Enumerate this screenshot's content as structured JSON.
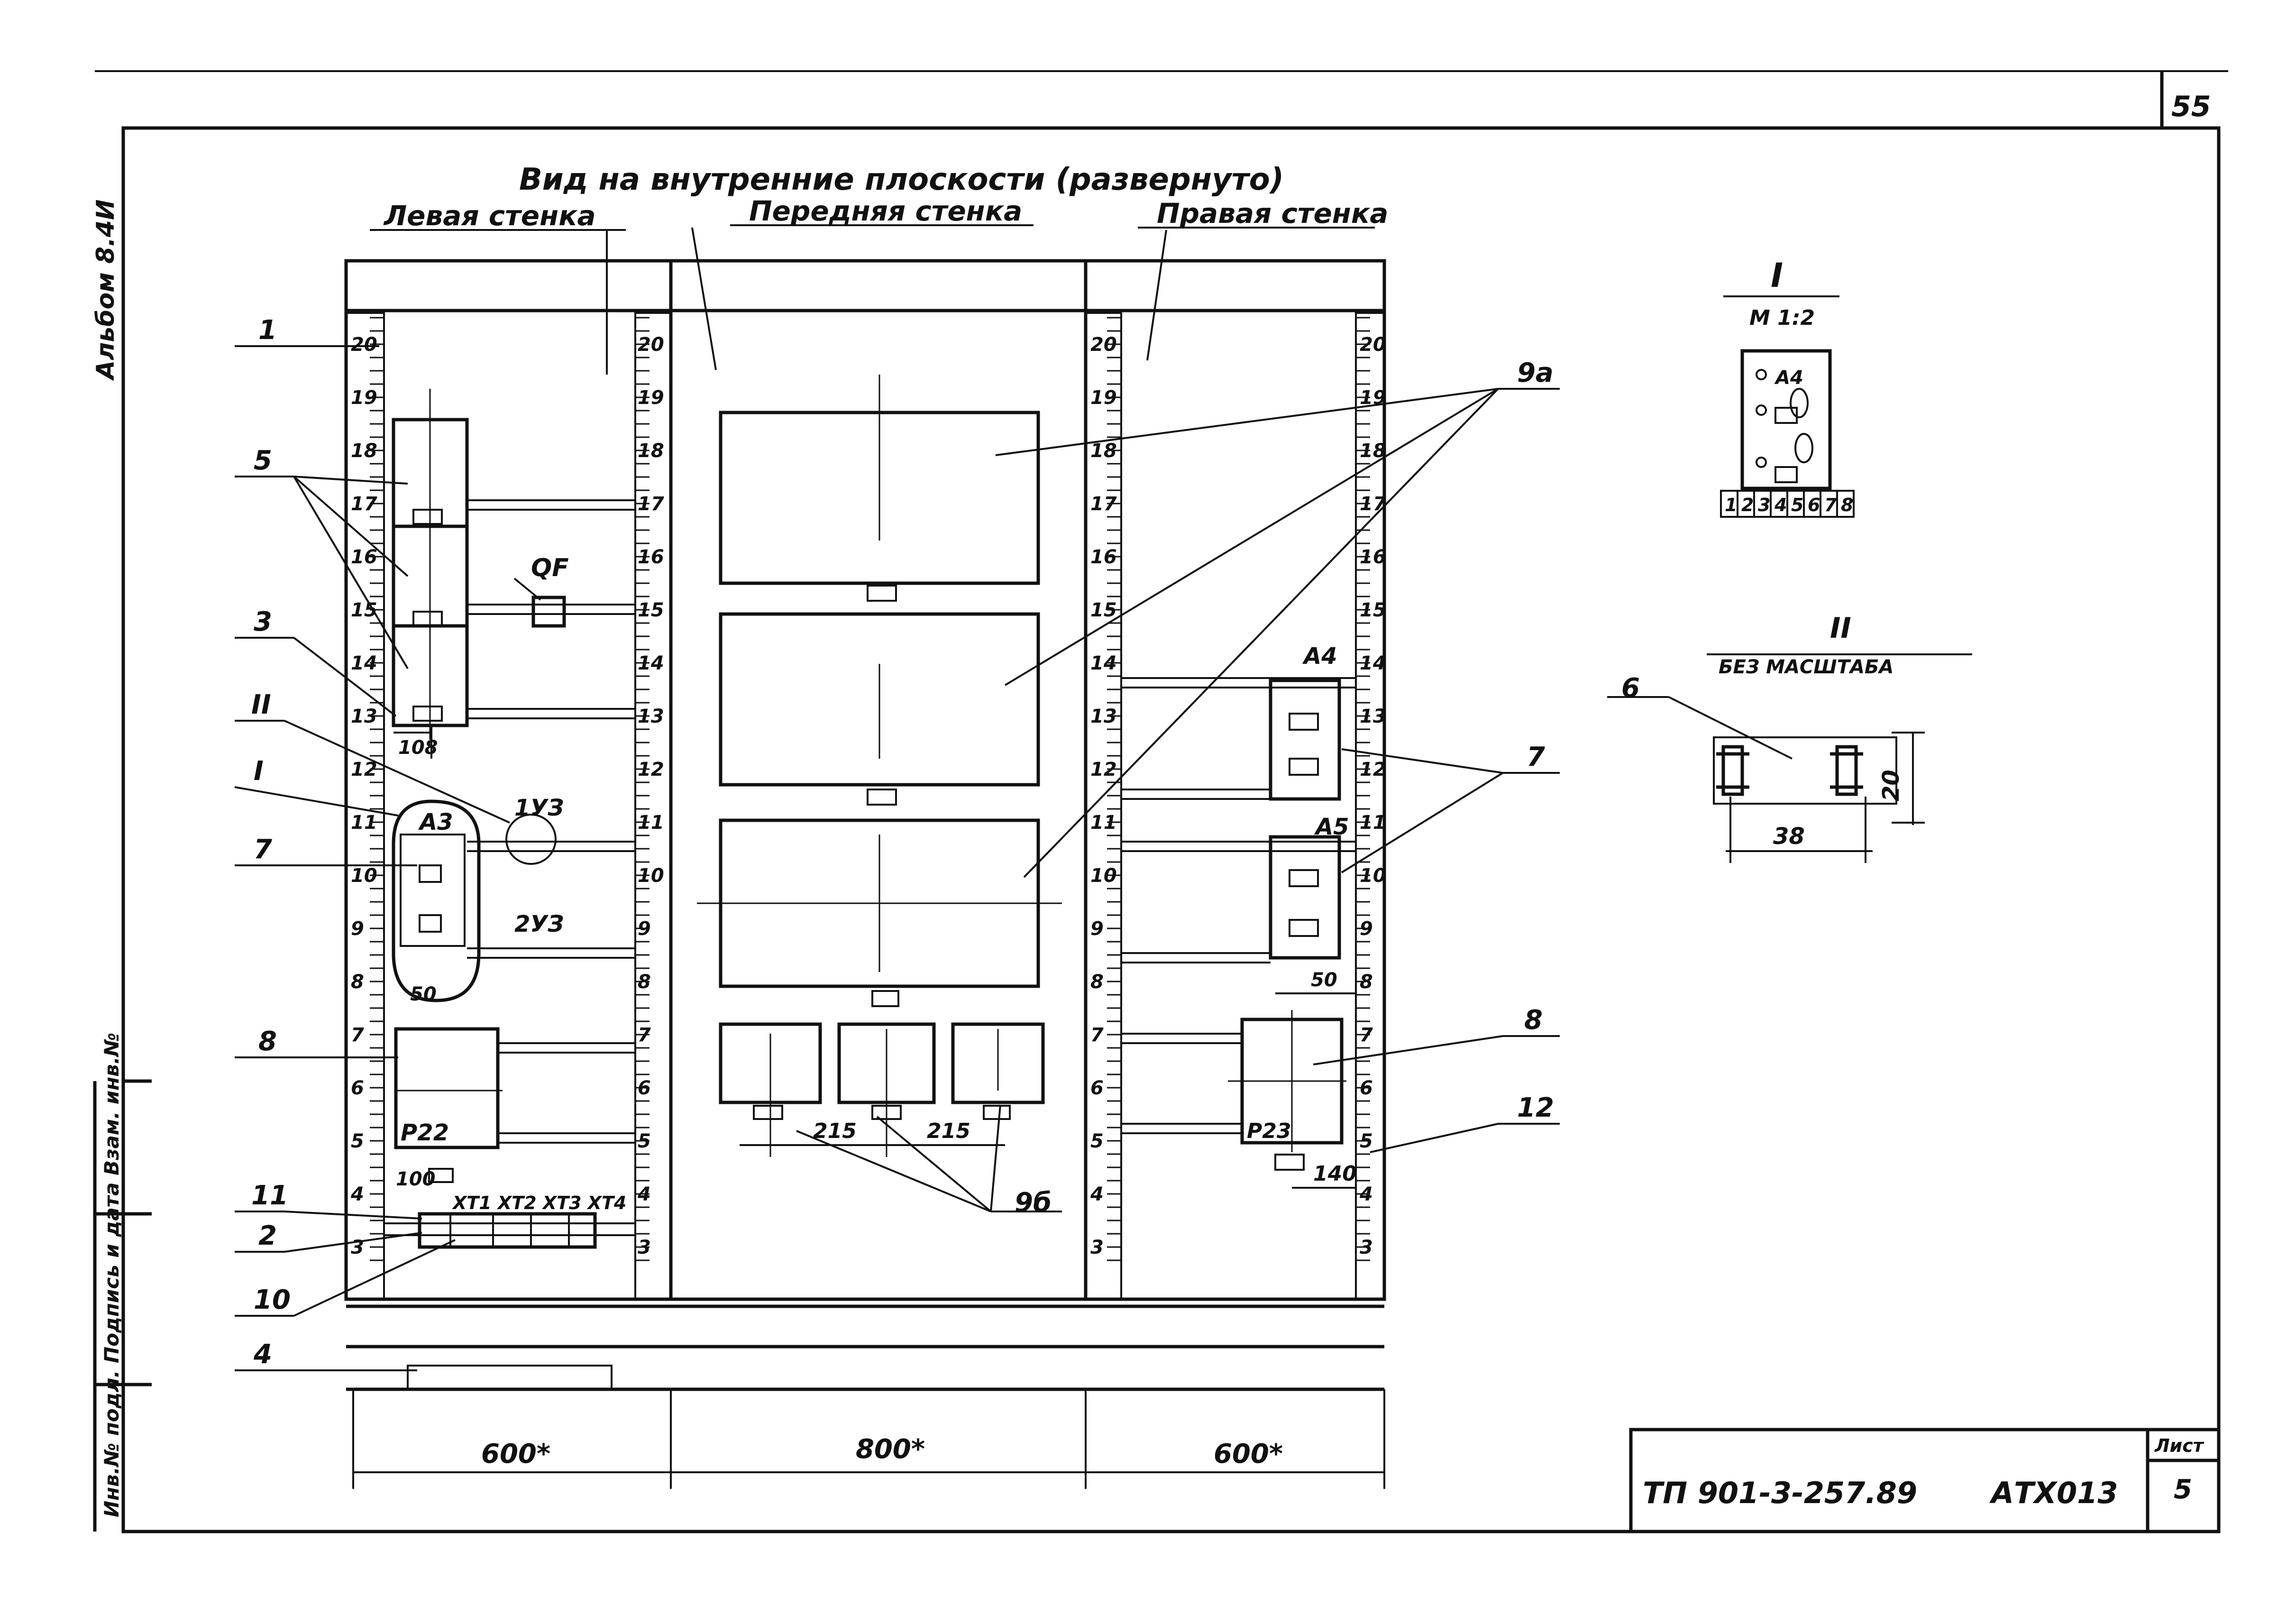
{
  "sheet": {
    "page_number": "55",
    "album": "Альбом 8.4И",
    "view_title": "Вид на внутренние плоскости (развернуто)",
    "wall_left": "Левая стенка",
    "wall_front": "Передняя стенка",
    "wall_right": "Правая стенка",
    "width_left": "600*",
    "width_front": "800*",
    "width_right": "600*",
    "doc_code": "ТП 901-3-257.89",
    "doc_mark": "АТХ013",
    "sheet_label": "Лист",
    "sheet_no": "5",
    "side_stamp": "Инв.№ подл.   Подпись и дата   Взам. инв.№"
  },
  "rail_numbers_left": [
    "20",
    "19",
    "18",
    "17",
    "16",
    "15",
    "14",
    "13",
    "12",
    "11",
    "10",
    "9",
    "8",
    "7",
    "6",
    "5",
    "4",
    "3"
  ],
  "rail_numbers_mid": [
    "20",
    "19",
    "18",
    "17",
    "16",
    "15",
    "14",
    "13",
    "12",
    "11",
    "10",
    "9",
    "8",
    "7",
    "6",
    "5",
    "4",
    "3"
  ],
  "rail_numbers_mid2": [
    "20",
    "19",
    "18",
    "17",
    "16",
    "15",
    "14",
    "13",
    "12",
    "11",
    "10",
    "9",
    "8",
    "7",
    "6",
    "5",
    "4",
    "3"
  ],
  "rail_numbers_right": [
    "20",
    "19",
    "18",
    "17",
    "16",
    "15",
    "14",
    "13",
    "12",
    "11",
    "10",
    "9",
    "8",
    "7",
    "6",
    "5",
    "4",
    "3"
  ],
  "callouts": {
    "c1": "1",
    "c5": "5",
    "c3": "3",
    "cII": "II",
    "cI": "I",
    "c7": "7",
    "c8": "8",
    "c11": "11",
    "c2": "2",
    "c10": "10",
    "c4": "4",
    "c9a": "9а",
    "c7r": "7",
    "c8r": "8",
    "c12": "12",
    "c9b": "9б",
    "c6": "6"
  },
  "left_wall": {
    "qf": "QF",
    "dim_108": "108",
    "a3": "А3",
    "v1": "1УЗ",
    "v2": "2УЗ",
    "dim_50": "50",
    "p22": "Р22",
    "dim_100": "100",
    "xt": "ХТ1 ХТ2 ХТ3 ХТ4"
  },
  "front_wall": {
    "dim_215a": "215",
    "dim_215b": "215"
  },
  "right_wall": {
    "a4": "А4",
    "a5": "А5",
    "dim_50": "50",
    "p23": "Р23",
    "dim_140": "140"
  },
  "detail_I": {
    "title": "I",
    "scale": "М 1:2",
    "a4": "А4",
    "terminals": [
      "1",
      "2",
      "3",
      "4",
      "5",
      "6",
      "7",
      "8"
    ]
  },
  "detail_II": {
    "title": "II",
    "scale": "БЕЗ МАСШТАБА",
    "dim_20": "20",
    "dim_38": "38"
  }
}
